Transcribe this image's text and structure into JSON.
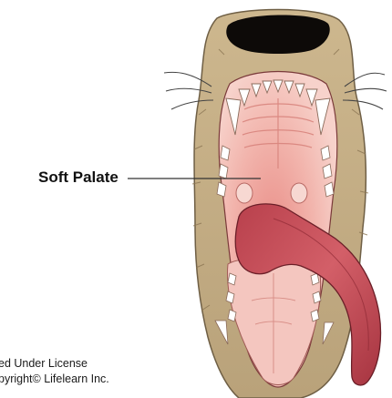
{
  "diagram": {
    "label": "Soft Palate",
    "credit_line1": "ed Under License",
    "credit_line2": "pyright© Lifelearn Inc."
  },
  "colors": {
    "fur": "#c9b48c",
    "fur_dark": "#9a8560",
    "nose": "#0d0a08",
    "mouth_interior": "#f2b9b0",
    "throat": "#b83a3a",
    "tongue": "#c8505a",
    "teeth": "#ffffff"
  }
}
